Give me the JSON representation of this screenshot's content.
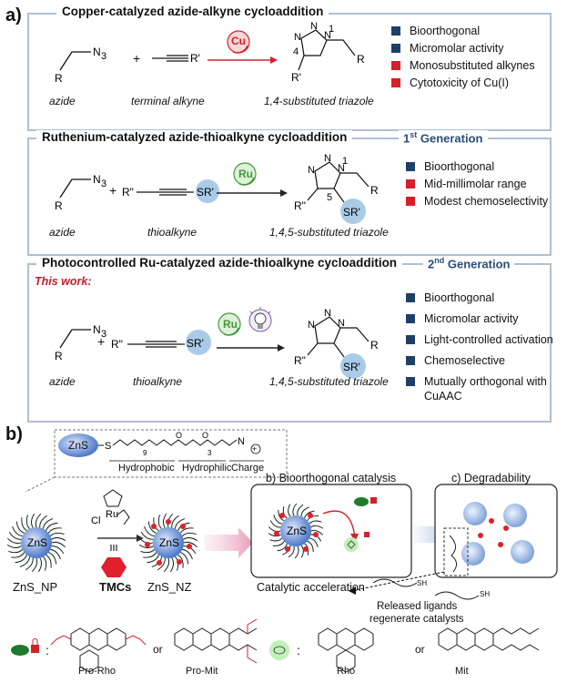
{
  "panel_a": {
    "letter": "a)",
    "box1": {
      "title": "Copper-catalyzed azide-alkyne cycloaddition",
      "catalyst": "Cu",
      "reactant1_label": "azide",
      "reactant2_label": "terminal alkyne",
      "product_label": "1,4-substituted triazole",
      "plus": "+",
      "bullets": [
        {
          "text": "Bioorthogonal",
          "color": "#1f3f66"
        },
        {
          "text": "Micromolar activity",
          "color": "#1f3f66"
        },
        {
          "text": "Monosubstituted alkynes",
          "color": "#d4202b"
        },
        {
          "text": "Cytotoxicity of Cu(I)",
          "color": "#d4202b"
        }
      ]
    },
    "box2": {
      "title": "Ruthenium-catalyzed azide-thioalkyne cycloaddition",
      "generation": "1",
      "generation_sup": "st",
      "generation_rest": " Generation",
      "catalyst": "Ru",
      "reactant1_label": "azide",
      "reactant2_label": "thioalkyne",
      "product_label": "1,4,5-substituted triazole",
      "plus": "+",
      "bullets": [
        {
          "text": "Bioorthogonal",
          "color": "#1f3f66"
        },
        {
          "text": "Mid-millimolar range",
          "color": "#d4202b"
        },
        {
          "text": "Modest chemoselectivity",
          "color": "#d4202b"
        }
      ]
    },
    "box3": {
      "title": "Photocontrolled Ru-catalyzed azide-thioalkyne cycloaddition",
      "generation": "2",
      "generation_sup": "nd",
      "generation_rest": " Generation",
      "this_work": "This work:",
      "catalyst": "Ru",
      "reactant1_label": "azide",
      "reactant2_label": "thioalkyne",
      "product_label": "1,4,5-substituted triazole",
      "plus": "+",
      "bullets": [
        {
          "text": "Bioorthogonal",
          "color": "#1f3f66"
        },
        {
          "text": "Micromolar activity",
          "color": "#1f3f66"
        },
        {
          "text": "Light-controlled activation",
          "color": "#1f3f66"
        },
        {
          "text": "Chemoselective",
          "color": "#1f3f66"
        },
        {
          "text": "Mutually orthogonal with",
          "color": "#1f3f66"
        }
      ],
      "bullet_continuation": "CuAAC"
    }
  },
  "panel_b": {
    "letter": "b)",
    "ligand_labels": [
      "Hydrophobic",
      "Hydrophilic",
      "Charge"
    ],
    "zns": "ZnS",
    "nanoparticle_left": "ZnS_NP",
    "nanoparticle_right": "ZnS_NZ",
    "tmcs": "TMCs",
    "ru": "Ru",
    "cl": "Cl",
    "catalysis_title": "b)  Bioorthogonal catalysis",
    "degradability_title": "c)  Degradability",
    "catalytic_acceleration": "Catalytic acceleration",
    "released_ligands": "Released ligands",
    "regenerate": "regenerate catalysts",
    "sh": "SH",
    "compounds": {
      "pro_rho": "Pro-Rho",
      "pro_mit": "Pro-Mit",
      "rho": "Rho",
      "mit": "Mit",
      "or1": "or",
      "or2": "or",
      "colon1": ":",
      "colon2": ":"
    }
  },
  "colors": {
    "box_border": "#aebfd3",
    "cu_red": "#d4202b",
    "ru_green": "#3f9a3a",
    "sr_blue": "#a9cbe8"
  }
}
